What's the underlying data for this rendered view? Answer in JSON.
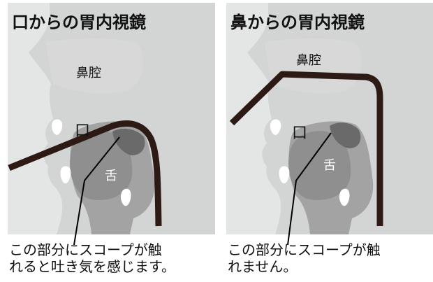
{
  "panels": [
    {
      "title": "口からの胃内視鏡",
      "labels": {
        "nasal_cavity": "鼻腔",
        "mouth": "口",
        "tongue": "舌"
      },
      "caption": [
        "この部分にスコープが触",
        "れると吐き気を感じます。"
      ]
    },
    {
      "title": "鼻からの胃内視鏡",
      "labels": {
        "nasal_cavity": "鼻腔",
        "mouth": "口",
        "tongue": "舌"
      },
      "caption": [
        "この部分にスコープが触",
        "れません。"
      ]
    }
  ],
  "colors": {
    "panel_bg": "#e4e5e5",
    "head": "#d3d4d4",
    "tongue_area": "#8f8f8f",
    "touch_area": "#6a6a6a",
    "scope": "#2e1a14",
    "teeth": "#ffffff"
  }
}
